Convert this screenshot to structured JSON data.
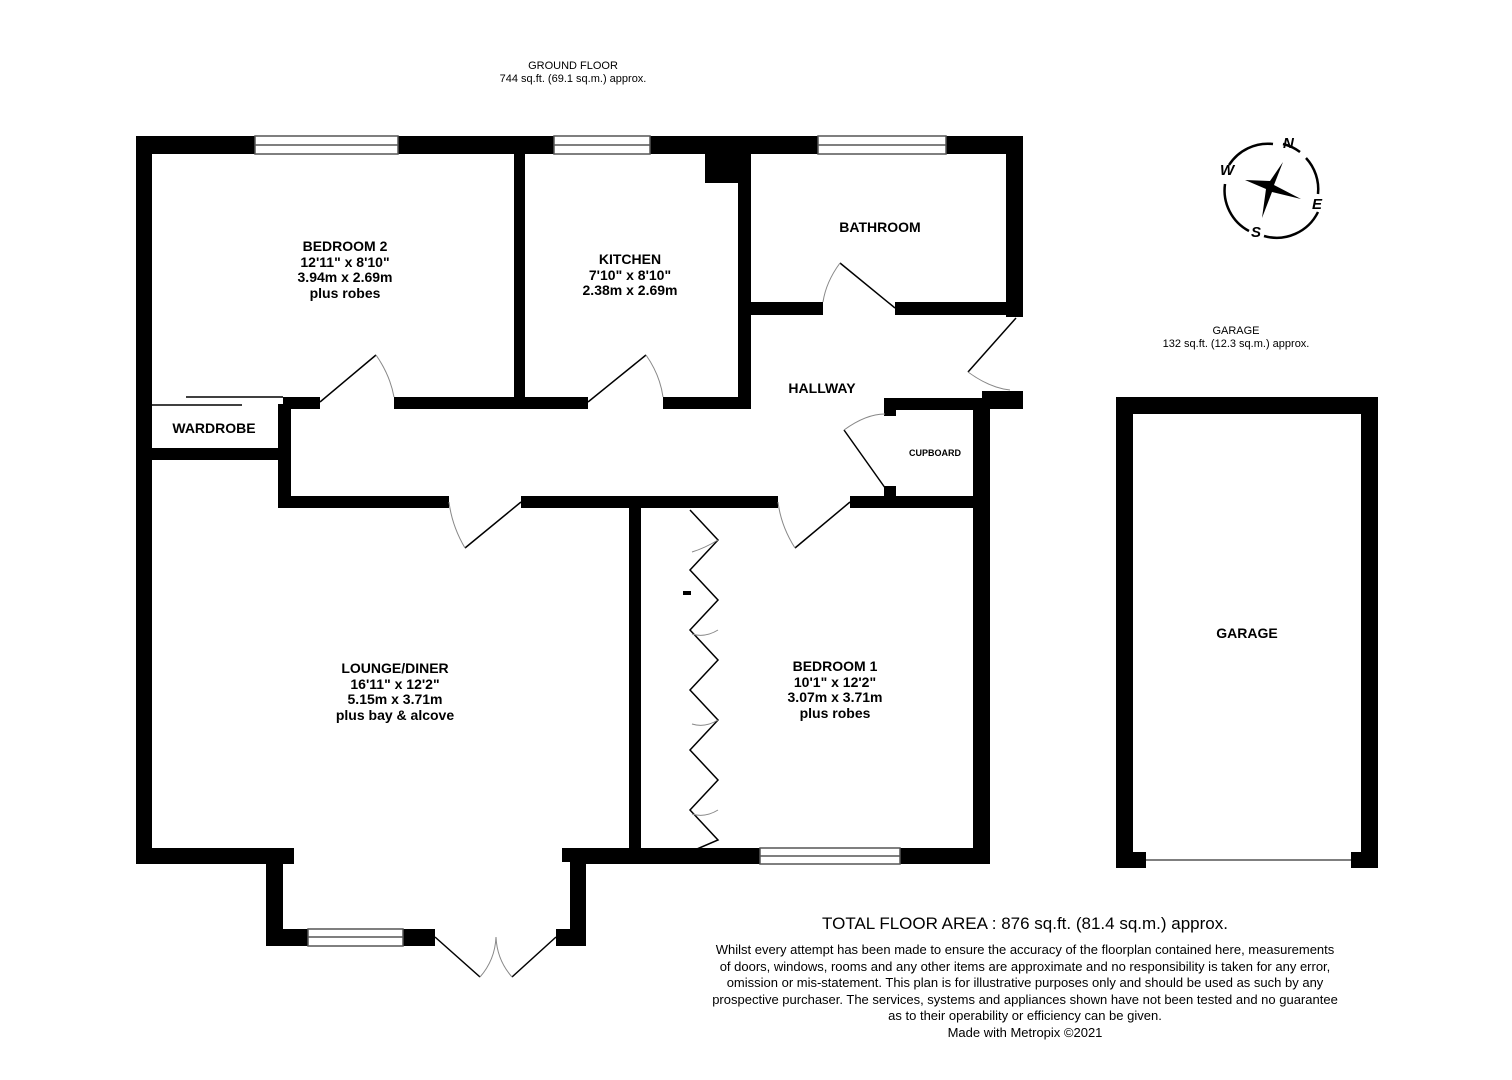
{
  "ground_floor": {
    "title": "GROUND FLOOR",
    "area": "744 sq.ft. (69.1 sq.m.) approx."
  },
  "garage_floor": {
    "title": "GARAGE",
    "area": "132 sq.ft. (12.3 sq.m.) approx."
  },
  "rooms": {
    "bedroom2": {
      "name": "BEDROOM 2",
      "imperial": "12'11\"  x 8'10\"",
      "metric": "3.94m  x 2.69m",
      "note": "plus robes"
    },
    "kitchen": {
      "name": "KITCHEN",
      "imperial": "7'10\"  x 8'10\"",
      "metric": "2.38m  x 2.69m"
    },
    "bathroom": {
      "name": "BATHROOM"
    },
    "hallway": {
      "name": "HALLWAY"
    },
    "wardrobe": {
      "name": "WARDROBE"
    },
    "cupboard": {
      "name": "CUPBOARD"
    },
    "lounge": {
      "name": "LOUNGE/DINER",
      "imperial": "16'11\"  x 12'2\"",
      "metric": "5.15m  x 3.71m",
      "note": "plus bay & alcove"
    },
    "bedroom1": {
      "name": "BEDROOM 1",
      "imperial": "10'1\"  x 12'2\"",
      "metric": "3.07m  x 3.71m",
      "note": "plus robes"
    },
    "garage": {
      "name": "GARAGE"
    }
  },
  "compass": {
    "icon": "compass-rose-icon",
    "n": "N",
    "e": "E",
    "s": "S",
    "w": "W"
  },
  "footer": {
    "total": "TOTAL FLOOR AREA : 876 sq.ft. (81.4 sq.m.) approx.",
    "disclaimer": [
      "Whilst every attempt has been made to ensure the accuracy of the floorplan contained here, measurements",
      "of doors, windows, rooms and any other items are approximate and no responsibility is taken for any error,",
      "omission or mis-statement. This plan is for illustrative purposes only and should be used as such by any",
      "prospective purchaser. The services, systems and appliances shown have not been tested and no guarantee",
      "as to their operability or efficiency can be given."
    ],
    "credit": "Made with Metropix ©2021"
  },
  "colors": {
    "wall": "#000000",
    "background": "#ffffff",
    "window_frame": "#555555",
    "door_arc": "#888888"
  }
}
